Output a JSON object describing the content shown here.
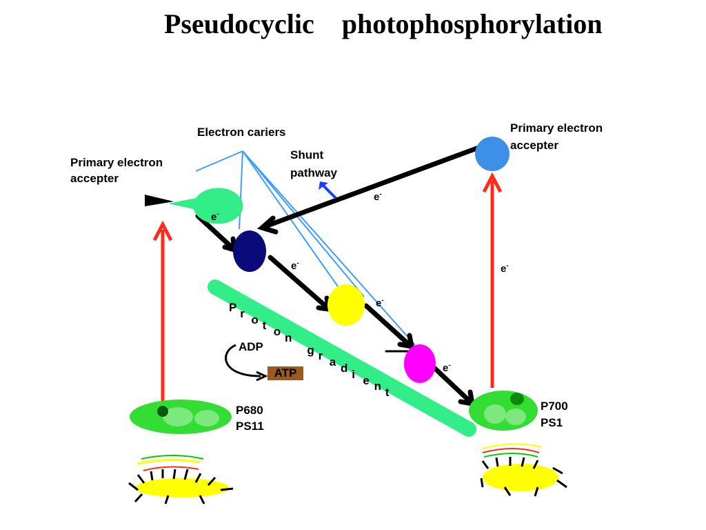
{
  "title": "Pseudocyclic    photophosphorylation",
  "labels": {
    "electron_carriers": "Electron cariers",
    "primary_acceptor_left_1": "Primary electron",
    "primary_acceptor_left_2": "accepter",
    "primary_acceptor_right_1": "Primary electron",
    "primary_acceptor_right_2": "accepter",
    "shunt_1": "Shunt",
    "shunt_2": "pathway",
    "p680": "P680",
    "ps11": "PS11",
    "p700": "P700",
    "ps1": "PS1",
    "adp": "ADP",
    "atp": "ATP",
    "electron": "e",
    "electron_charge": "-",
    "proton_gradient": "Proton gradient"
  },
  "colors": {
    "excitation_arrow": "#ff2a1a",
    "electron_flow": "#000000",
    "carrier_lines": "#3d9bff",
    "shunt_arrow": "#1a3dff",
    "navy_carrier": "#0a0a7a",
    "yellow_carrier": "#ffff00",
    "magenta_carrier": "#ff00ff",
    "right_acceptor": "#3d8fe8",
    "photosystem": "#33dd33",
    "gradient_bar": "#33ee88"
  }
}
